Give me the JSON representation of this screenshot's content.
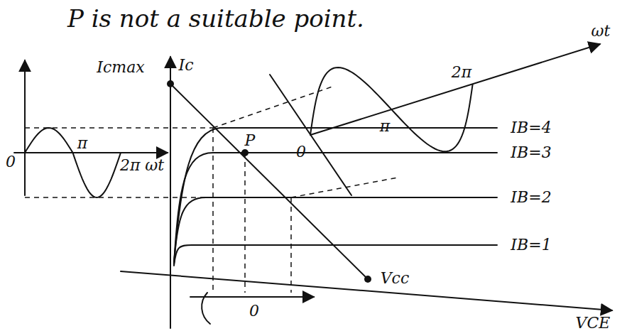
{
  "diagram": {
    "title": "P is not a suitable point.",
    "labels": [
      "Icmax",
      "Ic",
      "0",
      "π",
      "2π ωt",
      "P",
      "0",
      "π",
      "2π",
      "ωt",
      "IB=4",
      "IB=3",
      "IB=2",
      "IB=1",
      "0",
      "Vcc",
      "VCE"
    ]
  }
}
